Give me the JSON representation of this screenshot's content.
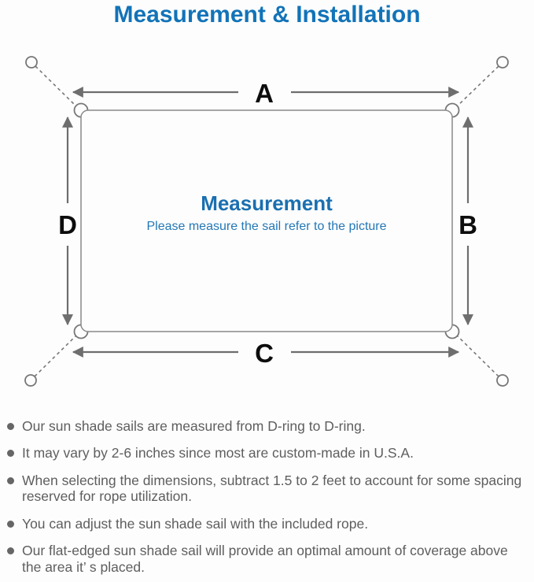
{
  "title": "Measurement & Installation",
  "diagram": {
    "center_heading": "Measurement",
    "center_subtitle": "Please measure the sail refer to the picture",
    "dimension_labels": {
      "top": "A",
      "right": "B",
      "bottom": "C",
      "left": "D"
    },
    "colors": {
      "accent_blue": "#1273b8",
      "heading_blue": "#1a6fb0",
      "line_gray": "#6e6e6e",
      "label_black": "#0d0d0d"
    }
  },
  "notes": {
    "items": [
      "Our sun shade sails are measured from D-ring to D-ring.",
      "It may vary by 2-6 inches since most are custom-made in U.S.A.",
      "When selecting the dimensions, subtract 1.5 to 2 feet to account for some spacing reserved for rope utilization.",
      "You can adjust the sun shade sail with the included rope.",
      "Our flat-edged sun shade sail will provide an optimal amount of coverage above the area it’ s placed."
    ]
  }
}
